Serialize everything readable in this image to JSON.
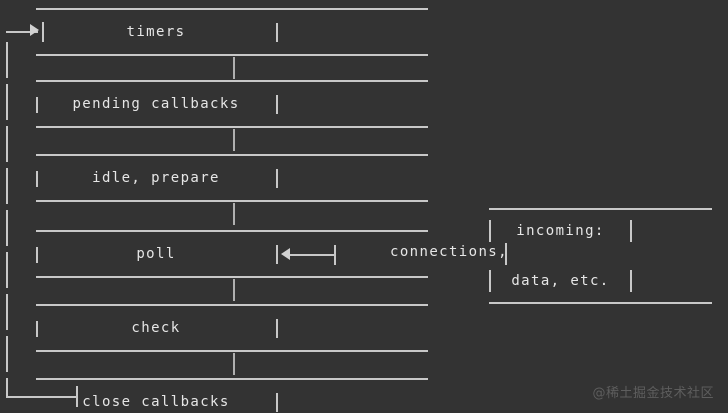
{
  "diagram": {
    "title": "node-event-loop-phases",
    "background_color": "#333333",
    "line_color": "#c8c8c8",
    "text_color": "#e6e6e6",
    "entry_arrow": "──>",
    "phases": [
      {
        "label": "timers"
      },
      {
        "label": "pending callbacks"
      },
      {
        "label": "idle, prepare"
      },
      {
        "label": "poll"
      },
      {
        "label": "check"
      },
      {
        "label": "close callbacks"
      }
    ],
    "poll_note": "connections,",
    "incoming_box": {
      "lines": [
        {
          "label": "incoming:"
        },
        {
          "label": "data, etc."
        }
      ]
    }
  },
  "watermark": {
    "text": "@稀土掘金技术社区",
    "color": "#5e5e5e"
  }
}
